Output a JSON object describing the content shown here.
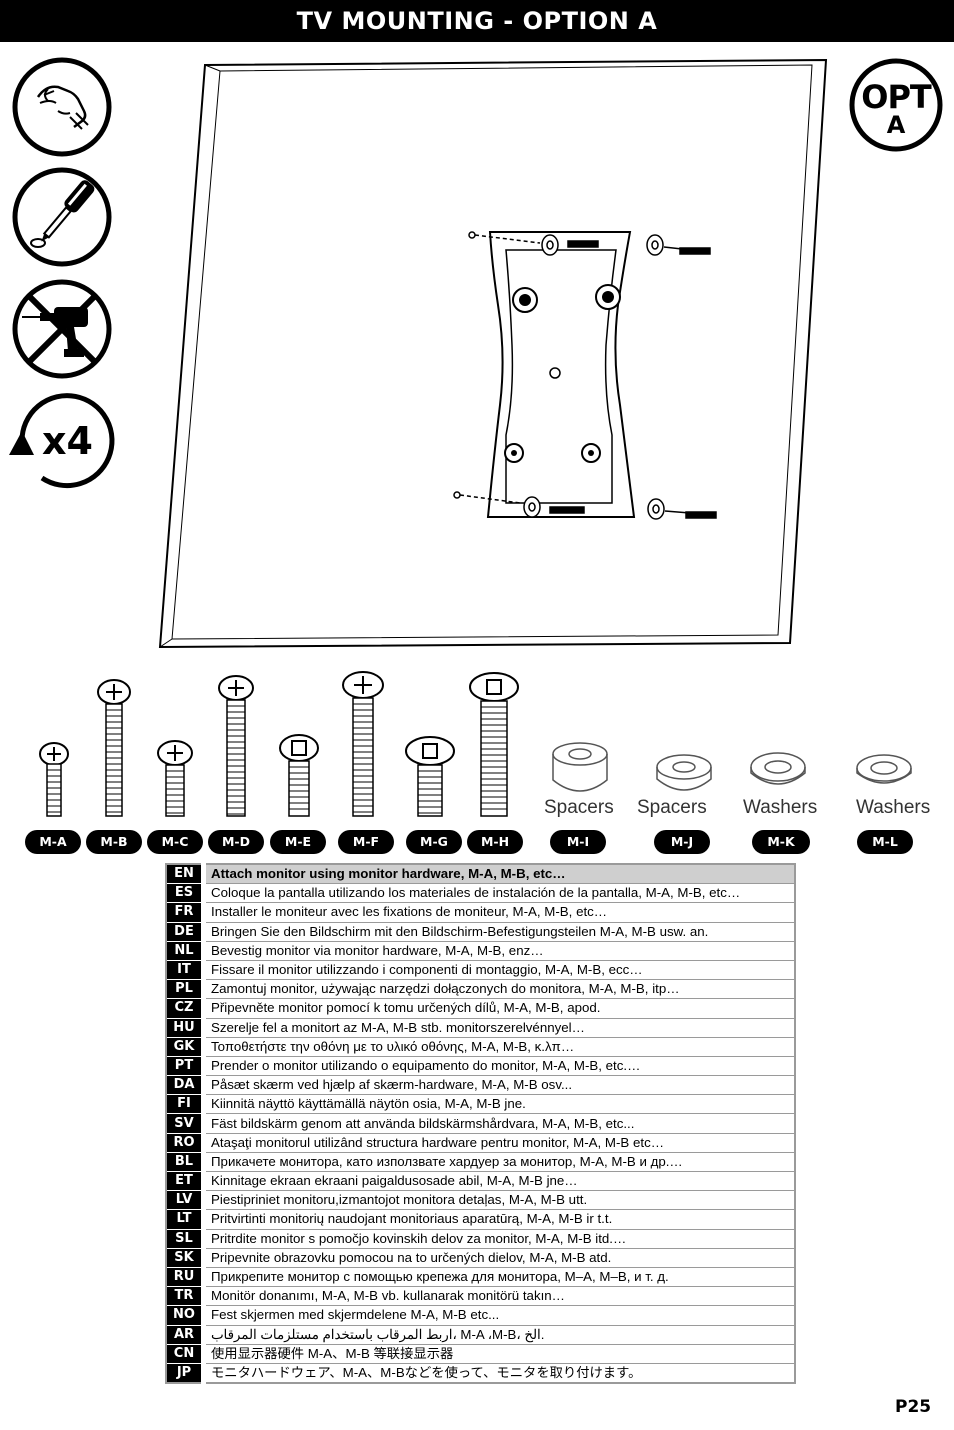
{
  "header": {
    "title": "TV MOUNTING - OPTION A"
  },
  "badge": {
    "line1": "OPT",
    "line2": "A"
  },
  "side_icons": [
    {
      "icon": "hand-tighten-icon"
    },
    {
      "icon": "screwdriver-icon"
    },
    {
      "icon": "no-power-drill-icon"
    },
    {
      "icon": "repeat-x4-icon",
      "label": "x4"
    }
  ],
  "hardware": {
    "items": [
      {
        "code": "M-A",
        "icon": "screw-icon"
      },
      {
        "code": "M-B",
        "icon": "screw-icon"
      },
      {
        "code": "M-C",
        "icon": "screw-icon"
      },
      {
        "code": "M-D",
        "icon": "screw-icon"
      },
      {
        "code": "M-E",
        "icon": "screw-icon"
      },
      {
        "code": "M-F",
        "icon": "screw-icon"
      },
      {
        "code": "M-G",
        "icon": "screw-icon"
      },
      {
        "code": "M-H",
        "icon": "screw-icon"
      },
      {
        "code": "M-I",
        "icon": "spacer-icon",
        "caption": "Spacers"
      },
      {
        "code": "M-J",
        "icon": "spacer-icon",
        "caption": "Spacers"
      },
      {
        "code": "M-K",
        "icon": "washer-icon",
        "caption": "Washers"
      },
      {
        "code": "M-L",
        "icon": "washer-icon",
        "caption": "Washers"
      }
    ]
  },
  "instructions": [
    {
      "lang": "EN",
      "text": "Attach monitor using monitor hardware, M-A, M-B, etc…"
    },
    {
      "lang": "ES",
      "text": "Coloque la pantalla utilizando los materiales de instalación de la pantalla, M-A, M-B, etc…"
    },
    {
      "lang": "FR",
      "text": "Installer le moniteur avec les fixations de moniteur, M-A, M-B, etc…"
    },
    {
      "lang": "DE",
      "text": "Bringen Sie den Bildschirm mit den Bildschirm-Befestigungsteilen M-A, M-B usw. an."
    },
    {
      "lang": "NL",
      "text": "Bevestig monitor via monitor hardware, M-A, M-B, enz…"
    },
    {
      "lang": "IT",
      "text": "Fissare il monitor utilizzando i componenti di montaggio, M-A, M-B, ecc…"
    },
    {
      "lang": "PL",
      "text": "Zamontuj monitor, używając narzędzi dołączonych do monitora, M-A, M-B, itp…"
    },
    {
      "lang": "CZ",
      "text": "Připevněte monitor pomocí k tomu určených dílů, M-A, M-B, apod."
    },
    {
      "lang": "HU",
      "text": "Szerelje fel a monitort az M-A, M-B stb. monitorszerelvénnyel…"
    },
    {
      "lang": "GK",
      "text": "Τοποθετήστε την οθόνη με το υλικό οθόνης, M-A, M-B, κ.λπ…"
    },
    {
      "lang": "PT",
      "text": "Prender o monitor utilizando o equipamento do monitor, M-A, M-B, etc.…"
    },
    {
      "lang": "DA",
      "text": "Påsæt skærm ved hjælp af skærm-hardware, M-A, M-B osv..."
    },
    {
      "lang": "FI",
      "text": "Kiinnitä näyttö käyttämällä näytön osia, M-A, M-B jne."
    },
    {
      "lang": "SV",
      "text": "Fäst bildskärm genom att använda bildskärmshårdvara, M-A, M-B, etc..."
    },
    {
      "lang": "RO",
      "text": "Ataşaţi monitorul utilizând structura hardware pentru monitor, M-A, M-B etc…"
    },
    {
      "lang": "BL",
      "text": "Прикачете монитора, като използвате хардуер за монитор, M-A, M-B и др.…"
    },
    {
      "lang": "ET",
      "text": "Kinnitage ekraan ekraani paigaldusosade abil, M-A, M-B jne…"
    },
    {
      "lang": "LV",
      "text": "Piestipriniet monitoru,izmantojot monitora detaļas, M-A, M-B utt."
    },
    {
      "lang": "LT",
      "text": "Pritvirtinti monitorių naudojant monitoriaus aparatūrą, M-A, M-B ir t.t."
    },
    {
      "lang": "SL",
      "text": "Pritrdite monitor s pomočjo kovinskih delov za monitor, M-A, M-B itd.…"
    },
    {
      "lang": "SK",
      "text": "Pripevnite obrazovku pomocou na to určených dielov, M-A, M-B atd."
    },
    {
      "lang": "RU",
      "text": "Прикрепите монитор с помощью крепежа для монитора, M–A, M–B, и т. д."
    },
    {
      "lang": "TR",
      "text": "Monitör donanımı, M-A, M-B vb. kullanarak monitörü takın…"
    },
    {
      "lang": "NO",
      "text": "Fest skjermen med skjermdelene M-A, M-B etc..."
    },
    {
      "lang": "AR",
      "text": "اربط المرقاب باستخدام مستلزمات المرقاب، M-A ،M-B، الخ."
    },
    {
      "lang": "CN",
      "text": "使用显示器硬件 M-A、M-B 等联接显示器"
    },
    {
      "lang": "JP",
      "text": "モニタハードウェア、M-A、M-Bなどを使って、モニタを取り付けます。"
    }
  ],
  "footer": {
    "page": "P25"
  }
}
